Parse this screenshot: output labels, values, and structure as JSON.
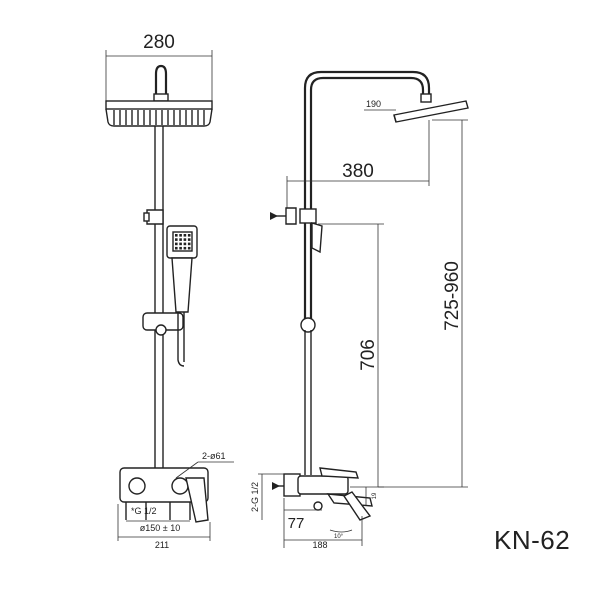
{
  "model": "KN-62",
  "front_view": {
    "head_width": "280",
    "outlet_diameter": "2-ø61",
    "thread": "*G 1/2",
    "centre_distance": "ø150 ± 10",
    "mixer_width": "211"
  },
  "side_view": {
    "head_size": "190",
    "arm_reach": "380",
    "height_range": "725-960",
    "diverter_height": "706",
    "inlet_thread": "2-G 1/2",
    "spout_reach": "77",
    "mixer_depth": "188",
    "spout_angle": "10°",
    "small_offset": "19"
  }
}
